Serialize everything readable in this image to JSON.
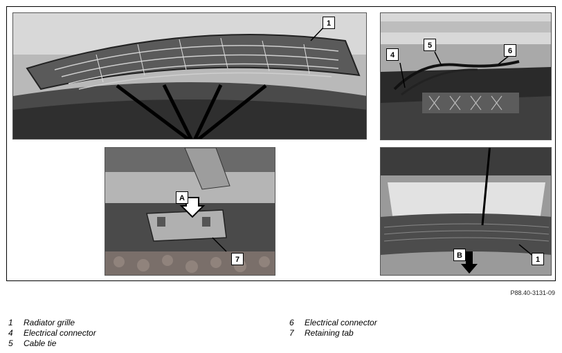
{
  "figure": {
    "reference_code": "P88.40-3131-09",
    "callouts": {
      "top_left": [
        "1"
      ],
      "top_right": [
        "4",
        "5",
        "6"
      ],
      "bottom_left": [
        "A",
        "7"
      ],
      "bottom_right": [
        "B",
        "1"
      ]
    }
  },
  "legend": {
    "left": [
      {
        "num": "1",
        "label": "Radiator grille"
      },
      {
        "num": "4",
        "label": "Electrical connector"
      },
      {
        "num": "5",
        "label": "Cable tie"
      }
    ],
    "right": [
      {
        "num": "6",
        "label": "Electrical connector"
      },
      {
        "num": "7",
        "label": "Retaining tab"
      }
    ]
  }
}
